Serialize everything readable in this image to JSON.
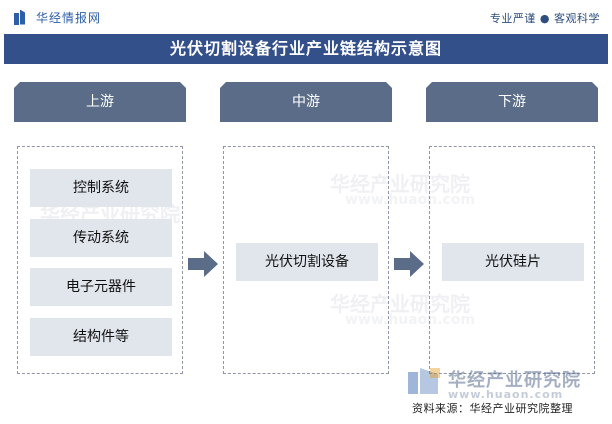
{
  "header": {
    "brand": "华经情报网",
    "slogan": "专业严谨 ● 客观科学"
  },
  "title": "光伏切割设备行业产业链结构示意图",
  "stages": [
    {
      "label": "上游",
      "items": [
        "控制系统",
        "传动系统",
        "电子元器件",
        "结构件等"
      ]
    },
    {
      "label": "中游",
      "items": [
        "光伏切割设备"
      ]
    },
    {
      "label": "下游",
      "items": [
        "光伏硅片"
      ]
    }
  ],
  "watermark": {
    "brand": "华经产业研究院",
    "url": "www.huaon.com"
  },
  "footer": {
    "brand": "华经产业研究院",
    "url": "www.huaon.com",
    "source": "资料来源：华经产业研究院整理"
  },
  "colors": {
    "title_bar": "#33508a",
    "stage_header": "#5a6c88",
    "item_bg": "#e1e5ec",
    "arrow": "#5a6c88"
  }
}
